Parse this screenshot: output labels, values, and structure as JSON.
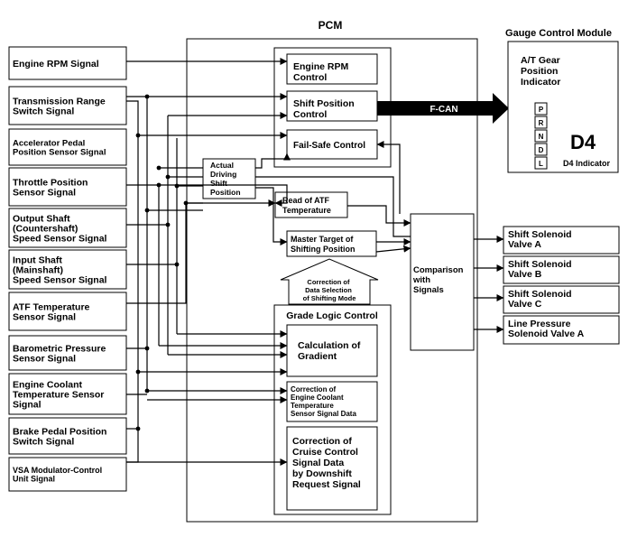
{
  "pcm_title": "PCM",
  "gauge_module_title": "Gauge Control Module",
  "inputs": [
    [
      "Engine RPM Signal"
    ],
    [
      "Transmission Range",
      "Switch Signal"
    ],
    [
      "Accelerator Pedal",
      "Position Sensor Signal"
    ],
    [
      "Throttle Position",
      "Sensor Signal"
    ],
    [
      "Output Shaft",
      "(Countershaft)",
      "Speed Sensor Signal"
    ],
    [
      "Input Shaft",
      "(Mainshaft)",
      "Speed Sensor Signal"
    ],
    [
      "ATF Temperature",
      "Sensor Signal"
    ],
    [
      "Barometric Pressure",
      "Sensor Signal"
    ],
    [
      "Engine Coolant",
      "Temperature Sensor",
      "Signal"
    ],
    [
      "Brake Pedal Position",
      "Switch Signal"
    ],
    [
      "VSA Modulator-Control",
      "Unit Signal"
    ]
  ],
  "pcm_blocks": {
    "engine_rpm_control": [
      "Engine RPM",
      "Control"
    ],
    "shift_position_control": [
      "Shift Position",
      "Control"
    ],
    "fail_safe_control": [
      "Fail-Safe Control"
    ],
    "actual_driving_shift_position": [
      "Actual",
      "Driving",
      "Shift",
      "Position"
    ],
    "read_of_atf_temperature": [
      "Read of ATF",
      "Temperature"
    ],
    "master_target_shifting_position": [
      "Master Target of",
      "Shifting Position"
    ],
    "correction_data_selection": [
      "Correction of",
      "Data Selection",
      "of Shifting Mode"
    ],
    "comparison_with_signals": [
      "Comparison",
      "with",
      "Signals"
    ],
    "grade_logic_control": "Grade Logic Control",
    "calculation_of_gradient": [
      "Calculation of",
      "Gradient"
    ],
    "correction_coolant_data": [
      "Correction of",
      "Engine Coolant",
      "Temperature",
      "Sensor Signal Data"
    ],
    "correction_cruise_control": [
      "Correction of",
      "Cruise Control",
      "Signal Data",
      "by Downshift",
      "Request Signal"
    ]
  },
  "fcan_label": "F-CAN",
  "gauge": {
    "title": [
      "A/T Gear",
      "Position",
      "Indicator"
    ],
    "gear_letters": [
      "P",
      "R",
      "N",
      "D",
      "L"
    ],
    "big_label": "D4",
    "indicator_caption": "D4 Indicator"
  },
  "outputs": [
    [
      "Shift Solenoid",
      "Valve A"
    ],
    [
      "Shift Solenoid",
      "Valve B"
    ],
    [
      "Shift Solenoid",
      "Valve C"
    ],
    [
      "Line Pressure",
      "Solenoid Valve A"
    ]
  ]
}
